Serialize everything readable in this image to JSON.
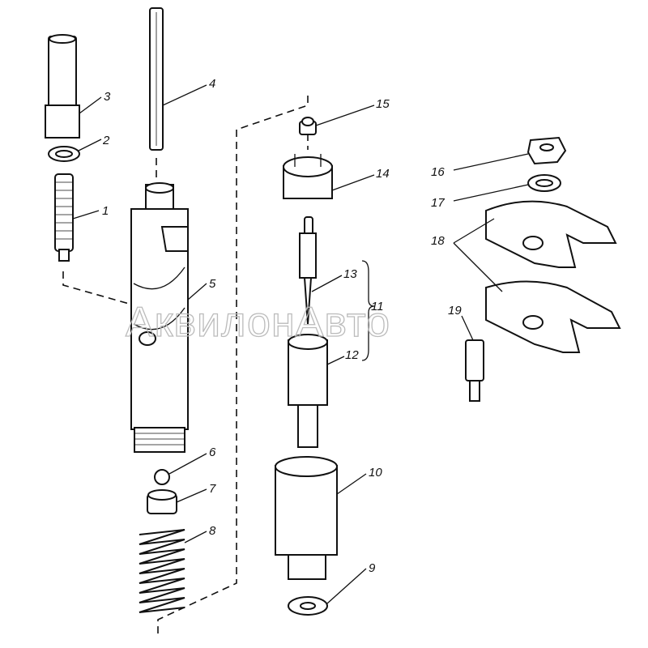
{
  "watermark": "АквилонАвто",
  "callouts": {
    "c1": "1",
    "c2": "2",
    "c3": "3",
    "c4": "4",
    "c5": "5",
    "c6": "6",
    "c7": "7",
    "c8": "8",
    "c9": "9",
    "c10": "10",
    "c11": "11",
    "c12": "12",
    "c13": "13",
    "c14": "14",
    "c15": "15",
    "c16": "16",
    "c17": "17",
    "c18": "18",
    "c19": "19"
  }
}
